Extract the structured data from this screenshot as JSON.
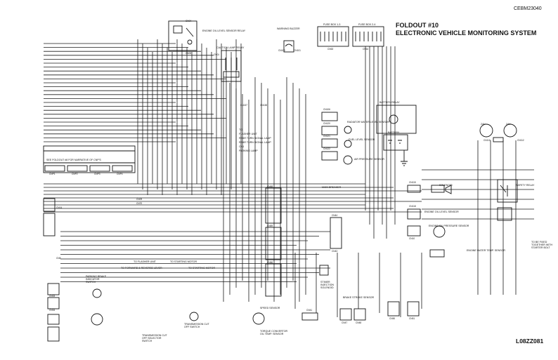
{
  "header": {
    "doc_code": "CEBM23040",
    "title_line1": "FOLDOUT #10",
    "title_line2": "ELECTRONIC VEHICLE MONITORING SYSTEM"
  },
  "footer": {
    "drawing_code": "L08ZZ081"
  },
  "labels": {
    "engine_oil_relay": "ENGINE OIL LEVEL SENSOR RELAY",
    "caution_lamp_relay": "CAUTION LAMP RELAY",
    "warning_buzzer": "WARNING BUZZER",
    "fuse_box_1": "FUSE BOX 1-3",
    "fuse_box_2": "FUSE BOX 2-4",
    "battery_relay": "BATTERY RELAY",
    "radiator_sensor": "RADIATOR WATER LEVEL SENSOR",
    "fuel_sensor": "FUEL LEVEL SENSOR",
    "air_pressure_sensor": "AIR PRESSURE SENSOR",
    "battery": "BATTERY",
    "safety_relay": "SAFETY RELAY",
    "main_breaker": "MAIN BREAKER",
    "solenoid": "SOLENOID",
    "engine_oil_sensor": "ENGINE OIL LEVEL SENSOR",
    "engine_oil_pressure": "ENGINE OIL PRESSURE SENSOR",
    "engine_water_temp": "ENGINE WATER TEMP. SENSOR",
    "fixed_together": "TO BE FIXED TOGETHER WITH STARTER BOLT",
    "flasher_to": "TO",
    "flasher_unit": "FLASHER UNIT",
    "rear_turn_1": "REAR TURN SIGNAL LAMP",
    "rear_turn_2": "REAR TURN SIGNAL LAMP",
    "cn1": "CN1",
    "parking_lamp": "PARKING LAMP",
    "see_foldout": "SEE FOLDOUT #8 FOR NARRATIVE OF CNP'S",
    "cnp1": "CNP1",
    "cnp2": "CNP2",
    "cnp3": "CNP3",
    "cnp4": "CNP4",
    "to_flasher": "TO FLASHER UNIT",
    "to_forward_reverse": "TO FORWARD & REVERSE LEVER",
    "to_starting_motor_1": "TO STARTING MOTOR",
    "to_starting_motor_2": "TO STARTING MOTOR",
    "parking_brake_switch": "PARKING BRAKE INDICATOR SWITCH",
    "trans_cutoff_selector": "TRANSMISSION CUT OFF SELECTOR SWITCH",
    "trans_cutoff_switch": "TRANSMISSION CUT OFF SWITCH",
    "speed_sensor": "SPEED SENSOR",
    "torque_converter": "TORQUE CONVERTOR OIL TEMP. SENSOR",
    "stimer_solenoid": "STIMER INJECTION SOLENOID",
    "brake_stroke_sensor": "BRAKE STROKE SENSOR",
    "v24_1": "24V",
    "v24_2": "24V"
  },
  "connectors": {
    "cn_e04": "CN04",
    "cn_e05": "CN05",
    "cn_r01": "CN01",
    "cn_b01": "CN100",
    "cn_b02": "CN101",
    "cn_f1": "CN63",
    "cn_f2": "CN64",
    "cn_m1": "CN137",
    "cn_m2": "CN138",
    "cn_s1": "CN106",
    "cn_s2": "CN120",
    "cn_s3": "CN121",
    "cn_s4": "CN122",
    "cn_l1": "CN14",
    "cn_l2": "CN8",
    "cn_l3": "CN09",
    "cn_l4": "CN70",
    "cn_cl1": "CN68",
    "cn_cl2": "CN69",
    "cn_cl3": "CN66",
    "cn_cm1": "CN44",
    "cn_cm2": "CN43",
    "cn_r1": "CN115",
    "cn_r2": "CN118",
    "cn_r3": "CN10",
    "cn_sr1": "CN110",
    "cn_sr2": "CN112",
    "cn_bot1": "CN33",
    "cn_bot2": "CN34",
    "cn_bot3": "CN47",
    "cn_bot4": "CN48",
    "cn_bot5": "CN50",
    "cn_bot6": "CN51",
    "cn_ebr": "CN41"
  }
}
